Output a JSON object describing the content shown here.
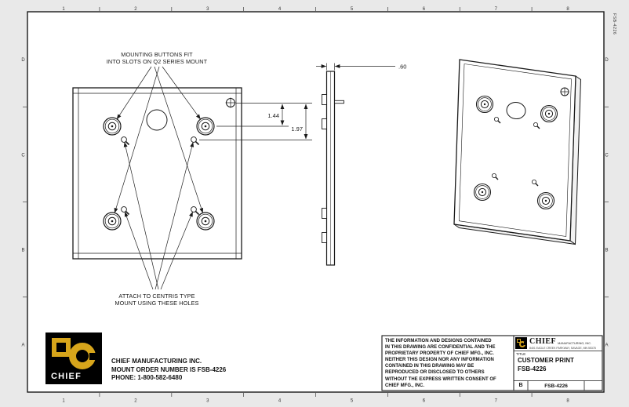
{
  "sheet": {
    "cols": [
      "1",
      "2",
      "3",
      "4",
      "5",
      "6",
      "7",
      "8"
    ],
    "rows": [
      "D",
      "C",
      "B",
      "A"
    ],
    "edge_doc_number": "FSB-4226"
  },
  "notes": {
    "top1": "MOUNTING BUTTONS FIT",
    "top2": "INTO SLOTS ON Q2 SERIES MOUNT",
    "bottom1": "ATTACH TO CENTRIS TYPE",
    "bottom2": "MOUNT USING THESE HOLES"
  },
  "dims": {
    "thickness": ".60",
    "d1": "1.44",
    "d2": "1.97"
  },
  "footer": {
    "logo_word": "CHIEF",
    "line1": "CHIEF MANUFACTURING INC.",
    "line2": "MOUNT ORDER NUMBER IS FSB-4226",
    "line3": "PHONE: 1-800-582-6480"
  },
  "title_block": {
    "legal": "THE INFORMATION AND DESIGNS CONTAINED\nIN THIS DRAWING ARE CONFIDENTIAL AND THE\nPROPRIETARY PROPERTY OF CHIEF MFG., INC.\nNEITHER THIS DESIGN NOR ANY INFORMATION\nCONTAINED IN THIS DRAWING MAY BE\nREPRODUCED OR DISCLOSED TO OTHERS\nWITHOUT THE EXPRESS WRITTEN CONSENT OF\nCHIEF MFG., INC.",
    "brand_word": "CHIEF",
    "brand_suffix": "MANUFACTURING, INC.",
    "address": "8401 EAGLE CREEK PARKWAY, SAVAGE, MN 55378",
    "title_label": "TITLE",
    "title_line1": "CUSTOMER PRINT",
    "title_line2": "FSB-4226",
    "size_value": "B",
    "drawing_number": "FSB-4226"
  },
  "colors": {
    "brand_gold": "#d7a51b",
    "ink": "#1a1a1a",
    "paper": "#ffffff",
    "margin_gray": "#e9e9e9"
  }
}
